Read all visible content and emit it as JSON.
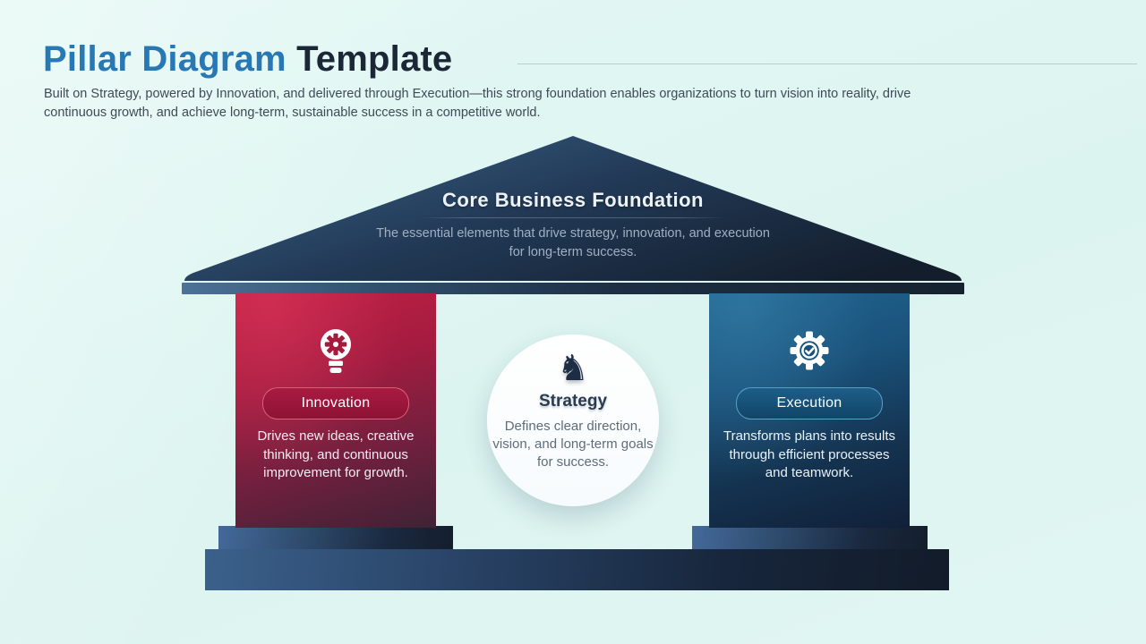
{
  "header": {
    "title_highlight": "Pillar Diagram",
    "title_rest": " Template",
    "subtitle": "Built on Strategy, powered by Innovation, and delivered through Execution—this strong foundation enables organizations to turn vision into reality, drive continuous growth, and achieve long-term, sustainable success in a competitive world."
  },
  "roof": {
    "heading": "Core Business Foundation",
    "description": "The essential elements that drive strategy, innovation, and execution for long-term success."
  },
  "pillars": [
    {
      "label": "Innovation",
      "description": "Drives new ideas, creative thinking, and continuous improvement for growth.",
      "icon": "lightbulb-gear-icon",
      "color": "#B81E42"
    },
    {
      "label": "Execution",
      "description": "Transforms plans into results through efficient processes and teamwork.",
      "icon": "gear-check-icon",
      "color": "#1A5A84"
    }
  ],
  "center": {
    "label": "Strategy",
    "description": "Defines clear direction, vision, and long-term goals for success.",
    "icon": "chess-knight-icon",
    "knight_glyph": "♞"
  },
  "colors": {
    "background": "#DEF5F1",
    "accent_blue": "#2878B5",
    "title_dark": "#1B2736",
    "roof_navy_light": "#3A5F84",
    "roof_navy_dark": "#131D2B",
    "base_steel_blue": "#3B618B"
  }
}
